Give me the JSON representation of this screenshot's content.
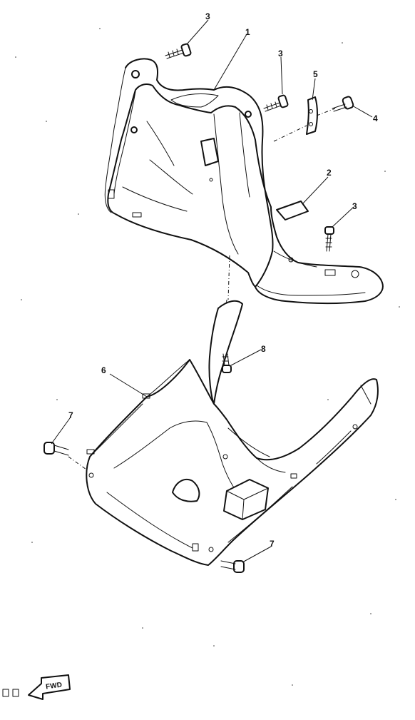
{
  "callouts": {
    "c1": "1",
    "c2": "2",
    "c3a": "3",
    "c3b": "3",
    "c3c": "3",
    "c4": "4",
    "c5": "5",
    "c6": "6",
    "c7a": "7",
    "c7b": "7",
    "c8": "8"
  },
  "fwd": {
    "label": "FWD"
  },
  "icons": {
    "fwd": "fwd-arrow-icon"
  }
}
